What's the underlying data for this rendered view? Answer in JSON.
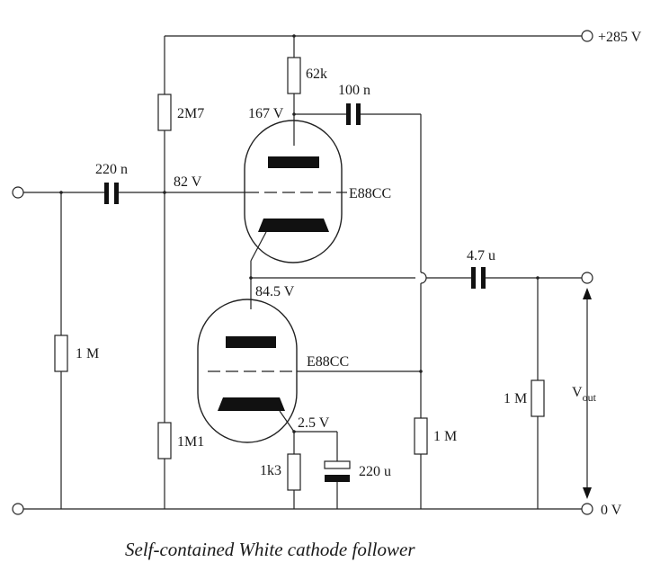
{
  "caption": "Self-contained White cathode follower",
  "rails": {
    "supply": "+285 V",
    "ground": "0 V"
  },
  "components": {
    "input_cap": "220 n",
    "input_resistor": "1 M",
    "bias_upper": "2M7",
    "bias_lower": "1M1",
    "anode_resistor": "62k",
    "coupling_cap": "100 n",
    "upper_tube": "E88CC",
    "lower_tube": "E88CC",
    "grid_return": "1 M",
    "cathode_resistor": "1k3",
    "cathode_cap": "220 u",
    "output_cap": "4.7 u",
    "output_resistor": "1 M"
  },
  "voltages": {
    "upper_grid": "82 V",
    "upper_anode": "167 V",
    "midpoint": "84.5 V",
    "lower_cathode": "2.5 V"
  },
  "output": {
    "label": "V",
    "subscript": "out"
  }
}
